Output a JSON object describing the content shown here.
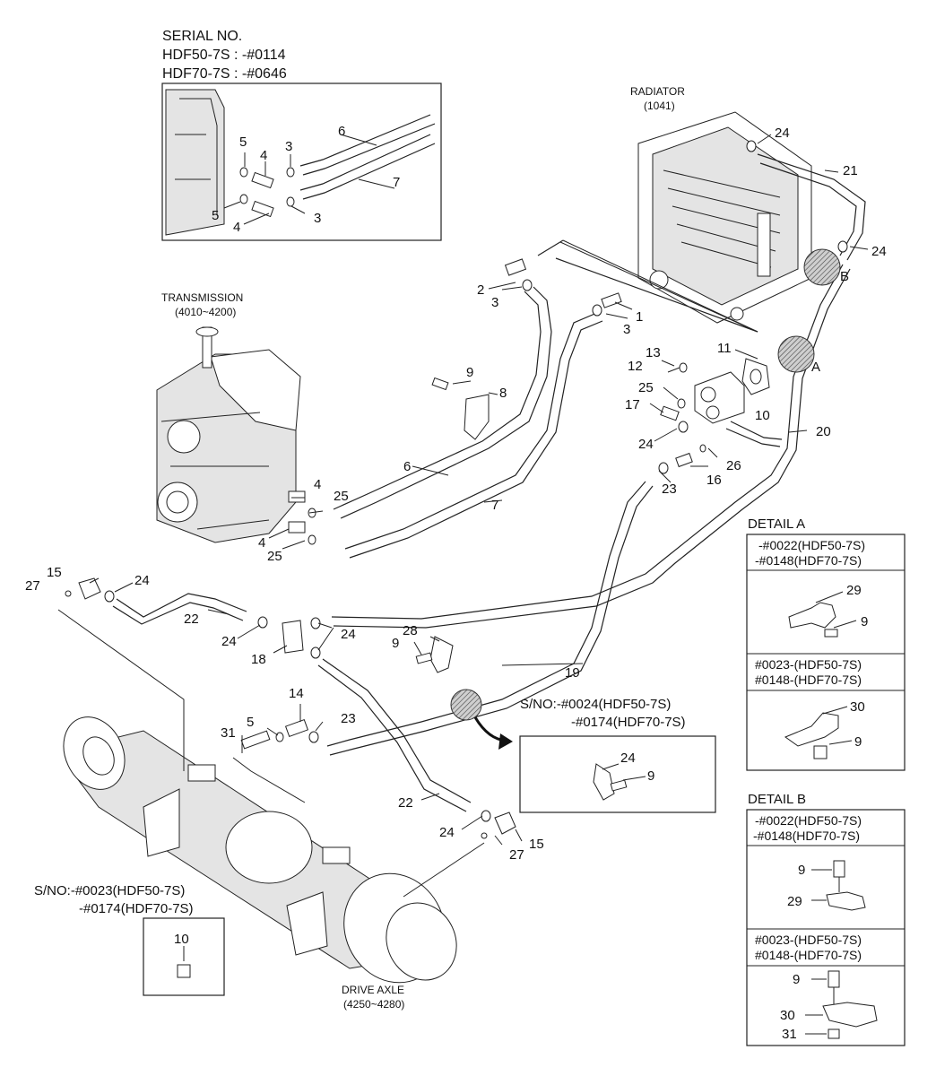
{
  "serial_block": {
    "title": "SERIAL NO.",
    "line1": "HDF50-7S : -#0114",
    "line2": "HDF70-7S : -#0646"
  },
  "components": {
    "radiator": {
      "name": "RADIATOR",
      "code": "(1041)"
    },
    "transmission": {
      "name": "TRANSMISSION",
      "code": "(4010~4200)"
    },
    "drive_axle": {
      "name": "DRIVE AXLE",
      "code": "(4250~4280)"
    }
  },
  "detail_a": {
    "title": "DETAIL A",
    "upper_sn1": "-#0022(HDF50-7S)",
    "upper_sn2": "-#0148(HDF70-7S)",
    "lower_sn1": "#0023-(HDF50-7S)",
    "lower_sn2": "#0148-(HDF70-7S)"
  },
  "detail_b": {
    "title": "DETAIL B",
    "upper_sn1": "-#0022(HDF50-7S)",
    "upper_sn2": "-#0148(HDF70-7S)",
    "lower_sn1": "#0023-(HDF50-7S)",
    "lower_sn2": "#0148-(HDF70-7S)"
  },
  "clamp_inset": {
    "sn1": "S/NO:-#0024(HDF50-7S)",
    "sn2": "-#0174(HDF70-7S)"
  },
  "plug_inset": {
    "sn1": "S/NO:-#0023(HDF50-7S)",
    "sn2": "-#0174(HDF70-7S)"
  },
  "markers": {
    "a": "A",
    "b": "B"
  },
  "part_labels": {
    "p1": "1",
    "p2": "2",
    "p3": "3",
    "p4": "4",
    "p5": "5",
    "p6": "6",
    "p7": "7",
    "p8": "8",
    "p9": "9",
    "p10": "10",
    "p11": "11",
    "p12": "12",
    "p13": "13",
    "p14": "14",
    "p15": "15",
    "p16": "16",
    "p17": "17",
    "p18": "18",
    "p19": "19",
    "p20": "20",
    "p21": "21",
    "p22": "22",
    "p23": "23",
    "p24": "24",
    "p25": "25",
    "p26": "26",
    "p27": "27",
    "p28": "28",
    "p29": "29",
    "p30": "30",
    "p31": "31"
  }
}
